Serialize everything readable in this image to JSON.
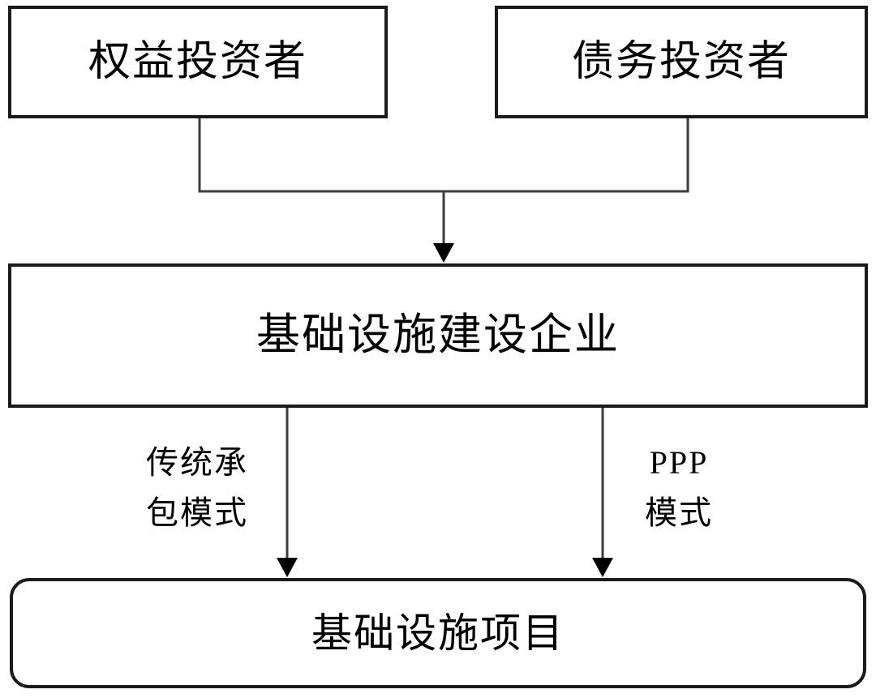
{
  "diagram": {
    "title": "infrastructure-financing-modes-flowchart",
    "nodes": {
      "equity_investors": {
        "label": "权益投资者"
      },
      "debt_investors": {
        "label": "债务投资者"
      },
      "enterprise": {
        "label": "基础设施建设企业"
      },
      "project": {
        "label": "基础设施项目"
      }
    },
    "edges": [
      {
        "from": "equity_investors",
        "to": "enterprise",
        "label": ""
      },
      {
        "from": "debt_investors",
        "to": "enterprise",
        "label": ""
      },
      {
        "from": "enterprise",
        "to": "project",
        "label": "传统承包模式"
      },
      {
        "from": "enterprise",
        "to": "project",
        "label": "PPP模式"
      }
    ],
    "edge_labels": {
      "traditional_line1": "传统承",
      "traditional_line2": "包模式",
      "ppp_line1": "PPP",
      "ppp_line2": "模式"
    },
    "colors": {
      "background": "#ffffff",
      "box_border": "#1a1a1a",
      "connector_line": "#3d3d3d",
      "arrowhead": "#000000",
      "text": "#000000"
    }
  }
}
